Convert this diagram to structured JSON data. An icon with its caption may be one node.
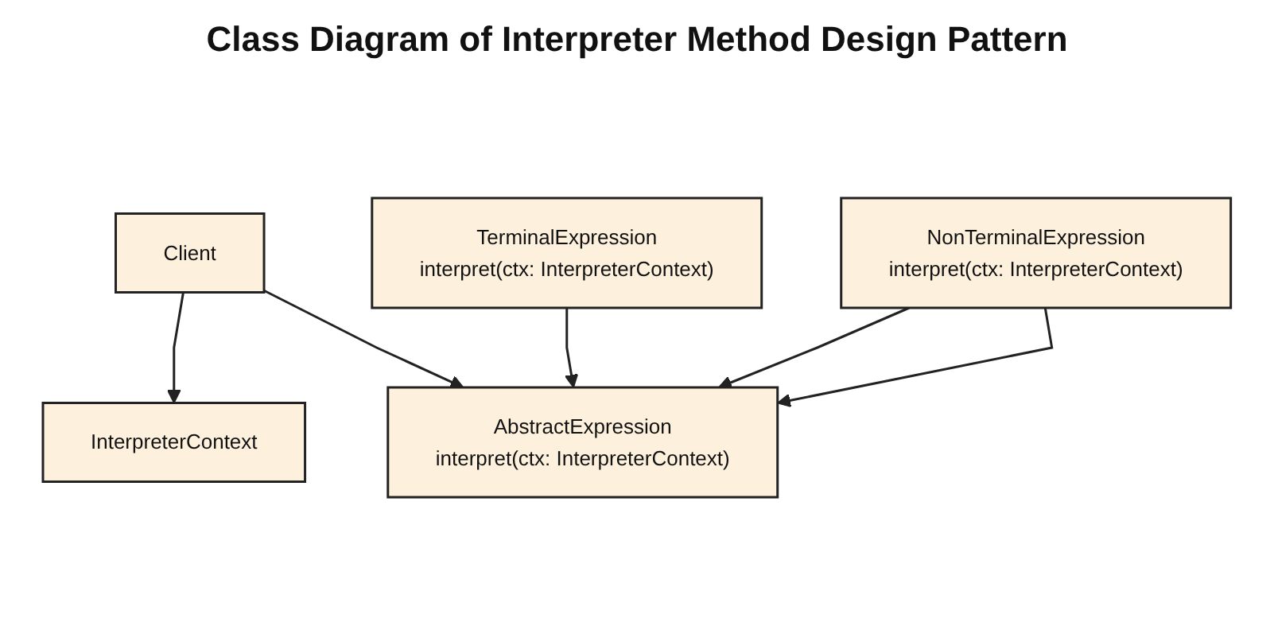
{
  "diagram": {
    "title": "Class Diagram of Interpreter Method Design Pattern",
    "nodes": [
      {
        "text": [
          "Client"
        ]
      },
      {
        "text": [
          "InterpreterContext"
        ]
      },
      {
        "text": [
          "AbstractExpression",
          "interpret(ctx: InterpreterContext)"
        ]
      },
      {
        "text": [
          "TerminalExpression",
          "interpret(ctx: InterpreterContext)"
        ]
      },
      {
        "text": [
          "NonTerminalExpression",
          "interpret(ctx: InterpreterContext)"
        ]
      }
    ],
    "edges": [
      {
        "from": 0,
        "to": 1,
        "arrow": "to"
      },
      {
        "from": 0,
        "to": 2,
        "arrow": "to"
      },
      {
        "from": 3,
        "to": 2,
        "arrow": "to"
      },
      {
        "from": 4,
        "to": 2,
        "arrow": "to"
      },
      {
        "from": 4,
        "to": 2,
        "arrow": "to"
      }
    ]
  }
}
